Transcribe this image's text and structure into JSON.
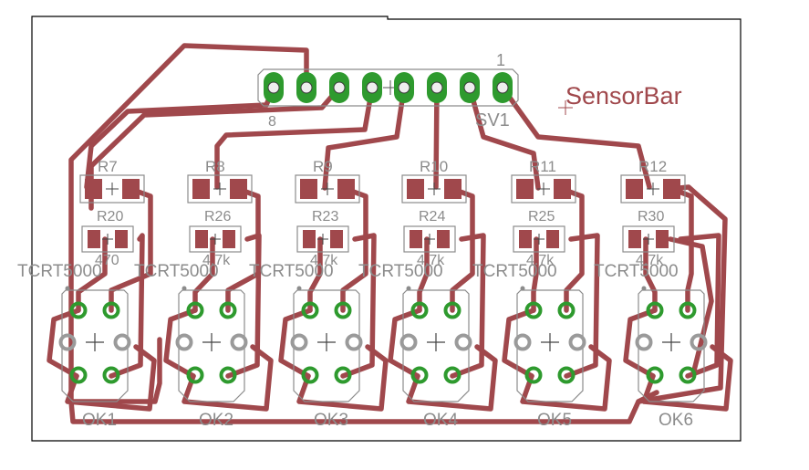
{
  "board": {
    "title": "SensorBar",
    "colors": {
      "trace": "#a0484c",
      "pad": "#2e9a2e",
      "pad_hole": "#eeeeee",
      "silkscreen": "#8c8c8c",
      "outline": "#000000",
      "title_text": "#a0484c",
      "background": "#ffffff"
    }
  },
  "header": {
    "name": "SV1",
    "pin_first": "1",
    "pin_last": "8",
    "pin_count": 8
  },
  "resistors_top": [
    "R7",
    "R8",
    "R9",
    "R10",
    "R11",
    "R12"
  ],
  "resistors_bottom": [
    {
      "name": "R20",
      "value": "470"
    },
    {
      "name": "R26",
      "value": "4.7k"
    },
    {
      "name": "R23",
      "value": "4.7k"
    },
    {
      "name": "R24",
      "value": "4.7k"
    },
    {
      "name": "R25",
      "value": "4.7k"
    },
    {
      "name": "R30",
      "value": "4.7k"
    }
  ],
  "sensors": [
    {
      "name": "OK1",
      "value": "TCRT5000"
    },
    {
      "name": "OK2",
      "value": "TCRT5000"
    },
    {
      "name": "OK3",
      "value": "TCRT5000"
    },
    {
      "name": "OK4",
      "value": "TCRT5000"
    },
    {
      "name": "OK5",
      "value": "TCRT5000"
    },
    {
      "name": "OK6",
      "value": "TCRT5000"
    }
  ]
}
